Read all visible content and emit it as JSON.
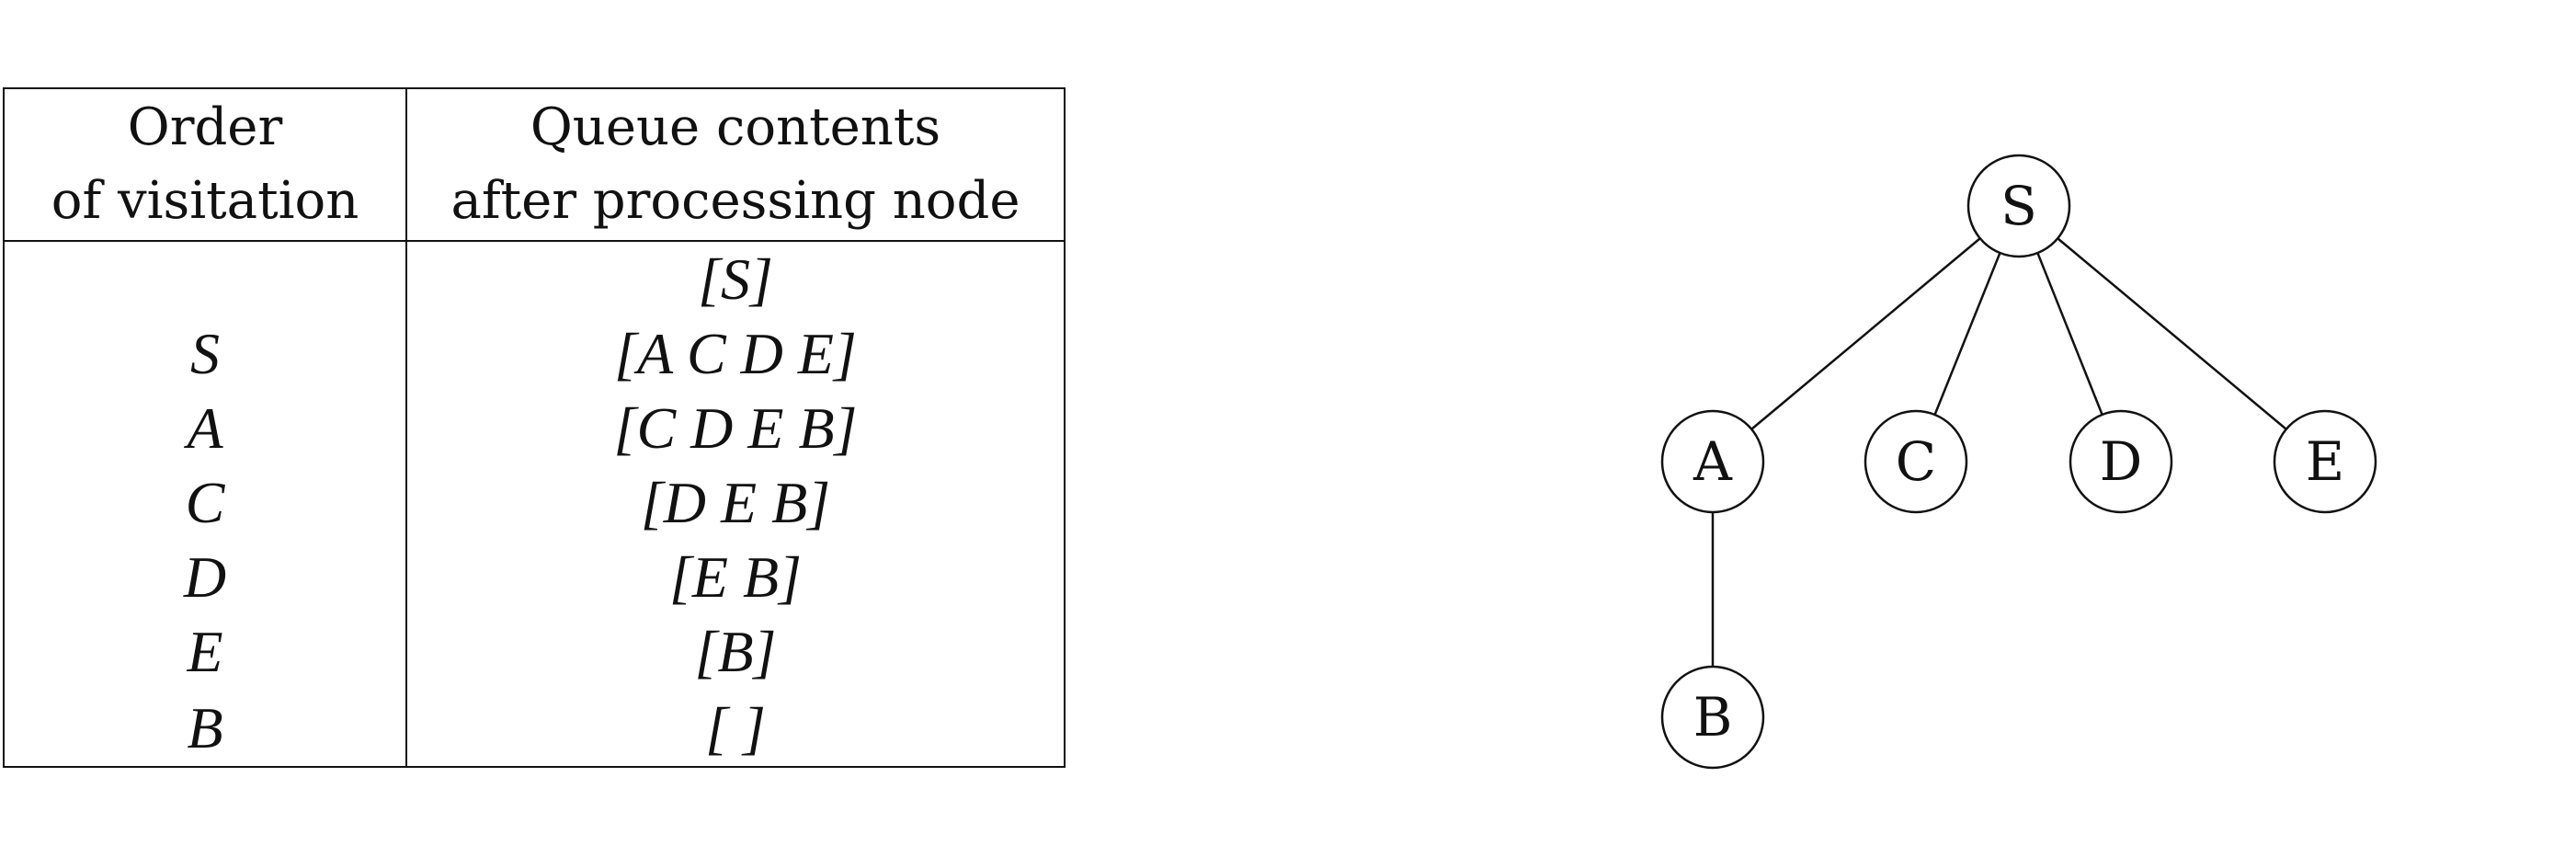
{
  "table": {
    "header_col1": [
      "Order",
      "of visitation"
    ],
    "header_col2": [
      "Queue contents",
      "after processing node"
    ],
    "rows": [
      {
        "visited": "",
        "queue": "[S]"
      },
      {
        "visited": "S",
        "queue": "[A C D E]"
      },
      {
        "visited": "A",
        "queue": "[C D E B]"
      },
      {
        "visited": "C",
        "queue": "[D E B]"
      },
      {
        "visited": "D",
        "queue": "[E B]"
      },
      {
        "visited": "E",
        "queue": "[B]"
      },
      {
        "visited": "B",
        "queue": "[ ]"
      }
    ]
  },
  "tree": {
    "nodes": [
      {
        "id": "S",
        "label": "S"
      },
      {
        "id": "A",
        "label": "A"
      },
      {
        "id": "C",
        "label": "C"
      },
      {
        "id": "D",
        "label": "D"
      },
      {
        "id": "E",
        "label": "E"
      },
      {
        "id": "B",
        "label": "B"
      }
    ],
    "edges": [
      {
        "from": "S",
        "to": "A"
      },
      {
        "from": "S",
        "to": "C"
      },
      {
        "from": "S",
        "to": "D"
      },
      {
        "from": "S",
        "to": "E"
      },
      {
        "from": "A",
        "to": "B"
      }
    ]
  }
}
